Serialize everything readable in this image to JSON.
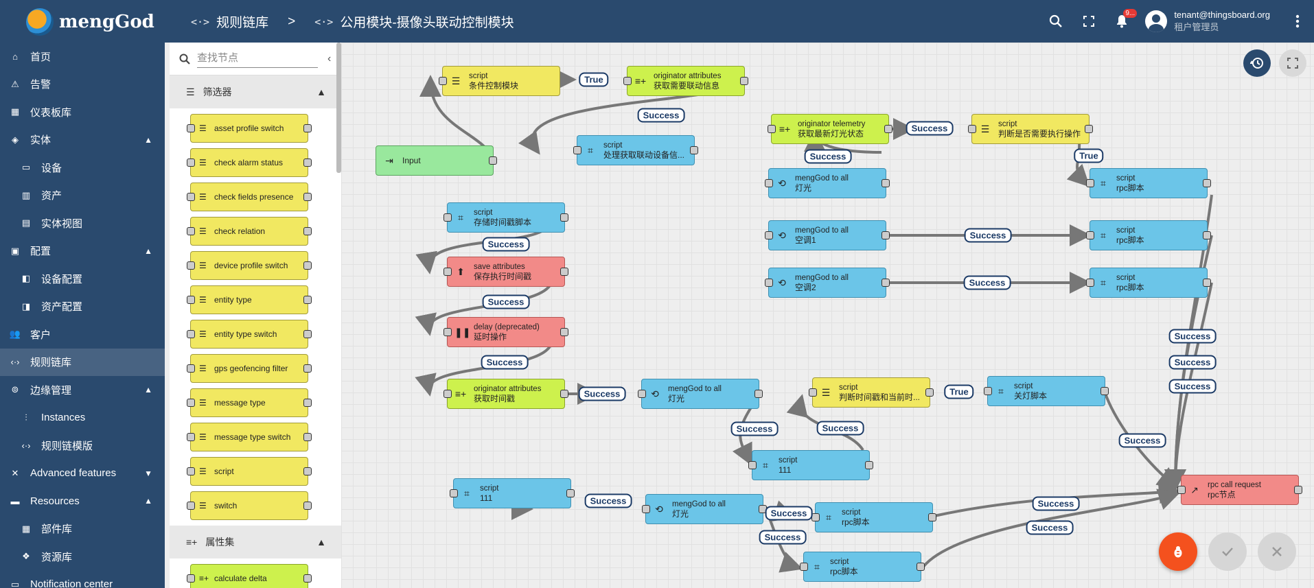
{
  "app": {
    "name": "mengGod"
  },
  "header": {
    "crumb_icon": "<·>",
    "crumb1": "规则链库",
    "separator": ">",
    "crumb2": "公用模块-摄像头联动控制模块",
    "notifications_badge": "9...",
    "user_email": "tenant@thingsboard.org",
    "user_role": "租户管理员"
  },
  "nav": {
    "home": "首页",
    "alarm": "告警",
    "dashboards": "仪表板库",
    "entities": "实体",
    "devices": "设备",
    "assets": "资产",
    "entity_view": "实体视图",
    "config": "配置",
    "device_profiles": "设备配置",
    "asset_profiles": "资产配置",
    "customers": "客户",
    "rule_chains": "规则链库",
    "edge": "边缘管理",
    "instances": "Instances",
    "rule_chain_templates": "规则链模版",
    "advanced": "Advanced features",
    "resources": "Resources",
    "widget_library": "部件库",
    "resource_library": "资源库",
    "notification_center": "Notification center"
  },
  "library": {
    "search_placeholder": "查找节点",
    "filter_section": "筛选器",
    "attributes_section": "属性集",
    "filter_nodes": [
      "asset profile switch",
      "check alarm status",
      "check fields presence",
      "check relation",
      "device profile switch",
      "entity type",
      "entity type switch",
      "gps geofencing filter",
      "message type",
      "message type switch",
      "script",
      "switch"
    ],
    "attribute_nodes": [
      "calculate delta"
    ]
  },
  "canvas": {
    "nodes": {
      "input": "Input",
      "cond_type": "script",
      "cond_name": "条件控制模块",
      "oa1_type": "originator attributes",
      "oa1_name": "获取需要联动信息",
      "proc_type": "script",
      "proc_name": "处理获取联动设备信...",
      "ot_type": "originator telemetry",
      "ot_name": "获取最新灯光状态",
      "judge_type": "script",
      "judge_name": "判断是否需要执行操作",
      "m1_type": "mengGod to all",
      "m1_name": "灯光",
      "rpc1_type": "script",
      "rpc1_name": "rpc脚本",
      "m2_type": "mengGod to all",
      "m2_name": "空调1",
      "rpc2_type": "script",
      "rpc2_name": "rpc脚本",
      "m3_type": "mengGod to all",
      "m3_name": "空调2",
      "rpc3_type": "script",
      "rpc3_name": "rpc脚本",
      "store_type": "script",
      "store_name": "存储时间戳脚本",
      "save_type": "save attributes",
      "save_name": "保存执行时间戳",
      "delay_type": "delay (deprecated)",
      "delay_name": "延时操作",
      "oa2_type": "originator attributes",
      "oa2_name": "获取时间戳",
      "m4_type": "mengGod to all",
      "m4_name": "灯光",
      "s111a_type": "script",
      "s111a_name": "111",
      "judge2_type": "script",
      "judge2_name": "判断时间戳和当前时...",
      "off_type": "script",
      "off_name": "关灯脚本",
      "s111b_type": "script",
      "s111b_name": "111",
      "m5_type": "mengGod to all",
      "m5_name": "灯光",
      "rpc4_type": "script",
      "rpc4_name": "rpc脚本",
      "rpc5_type": "script",
      "rpc5_name": "rpc脚本",
      "rpcreq_type": "rpc call request",
      "rpcreq_name": "rpc节点"
    },
    "labels": {
      "true": "True",
      "success": "Success"
    }
  }
}
